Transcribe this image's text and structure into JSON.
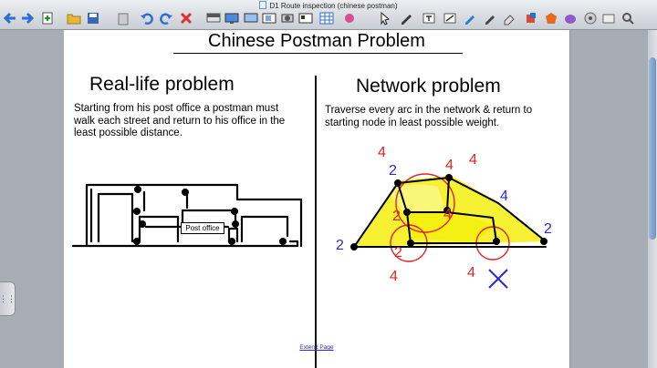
{
  "window": {
    "title": "D1 Route inspection (chinese postman)"
  },
  "toolbar": {
    "icons": [
      "back-arrow-icon",
      "forward-arrow-icon",
      "add-page-icon",
      "open-folder-icon",
      "save-icon",
      "paste-icon",
      "undo-icon",
      "redo-icon",
      "delete-icon",
      "screen-shade-icon",
      "full-screen-icon",
      "display-icon",
      "capture-icon",
      "record-icon",
      "table-icon",
      "pen-icon",
      "highlighter-icon",
      "eraser-icon",
      "shape-icon",
      "line-icon",
      "text-icon",
      "properties-icon"
    ]
  },
  "slide": {
    "title": "Chinese Postman Problem",
    "left": {
      "heading": "Real-life problem",
      "text": "Starting from his post office a postman must walk each street and return to his office in the least possible distance.",
      "map_label": "Post office"
    },
    "right": {
      "heading": "Network problem",
      "text": "Traverse every arc in the network & return to starting node in least possible weight.",
      "annotations": [
        "4",
        "2",
        "4",
        "4",
        "4",
        "2",
        "2",
        "2",
        "4",
        "4",
        "2",
        "4"
      ]
    },
    "extend_link": "Extend Page"
  },
  "colors": {
    "ink": "#000000",
    "highlight": "#f7f21a",
    "red_pen": "#e02424",
    "blue_pen": "#2a2ad8"
  }
}
